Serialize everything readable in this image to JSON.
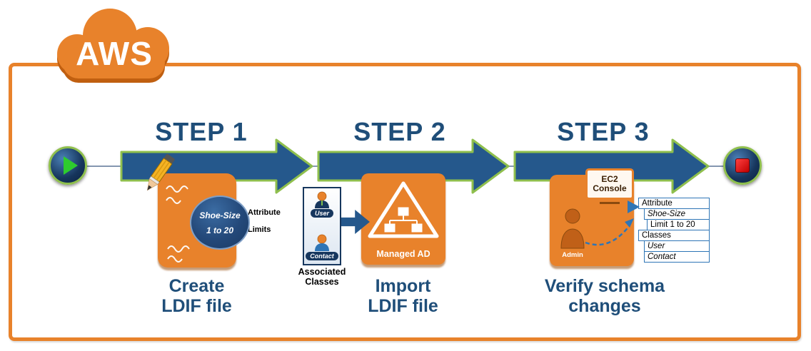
{
  "cloud": {
    "label": "AWS"
  },
  "steps": [
    {
      "label": "STEP 1",
      "caption_line1": "Create",
      "caption_line2": "LDIF file"
    },
    {
      "label": "STEP 2",
      "caption_line1": "Import",
      "caption_line2": "LDIF file"
    },
    {
      "label": "STEP 3",
      "caption_line1": "Verify schema",
      "caption_line2": "changes"
    }
  ],
  "step1": {
    "badge_title": "Shoe-Size",
    "badge_range": "1 to 20",
    "attribute_label": "Attribute",
    "limits_label": "Limits",
    "user_label": "User",
    "contact_label": "Contact",
    "classes_caption_line1": "Associated",
    "classes_caption_line2": "Classes"
  },
  "step2": {
    "icon_label": "Managed AD"
  },
  "step3": {
    "console_label_line1": "EC2",
    "console_label_line2": "Console",
    "admin_label": "Admin",
    "table_rows": [
      {
        "text": "Attribute"
      },
      {
        "text": "Shoe-Size"
      },
      {
        "text": "Limit 1 to 20"
      },
      {
        "text": "Classes"
      },
      {
        "text": "User"
      },
      {
        "text": "Contact"
      }
    ]
  },
  "colors": {
    "orange": "#E8822B",
    "orange_shadow": "#C05F10",
    "navy": "#1F4E79",
    "arrow_blue": "#25588C",
    "arrow_outline_green": "#8FBF4D",
    "play_green": "#2ECC2E",
    "stop_red": "#E8111C",
    "table_border_blue": "#2E75B6"
  }
}
